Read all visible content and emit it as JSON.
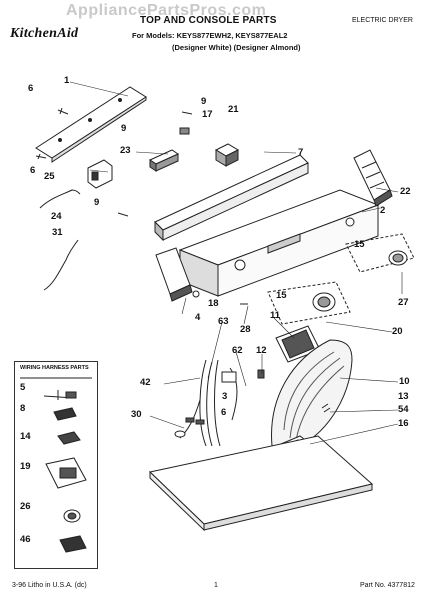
{
  "watermark": "AppliancePartsPros.com",
  "header": {
    "brand": "KitchenAid",
    "title": "TOP AND CONSOLE PARTS",
    "models": "For Models: KEYS877EWH2, KEYS877EAL2",
    "colors": "(Designer White) (Designer Almond)",
    "product_type": "ELECTRIC DRYER"
  },
  "legend": {
    "title": "WIRING HARNESS PARTS",
    "items": [
      "5",
      "8",
      "14",
      "19",
      "26",
      "46"
    ]
  },
  "callouts": {
    "c1": "1",
    "c6a": "6",
    "c6b": "6",
    "c6c": "6",
    "c9a": "9",
    "c9b": "9",
    "c9c": "9",
    "c17": "17",
    "c21": "21",
    "c23": "23",
    "c7": "7",
    "c25": "25",
    "c22": "22",
    "c24": "24",
    "c2": "2",
    "c31": "31",
    "c15a": "15",
    "c15b": "15",
    "c27": "27",
    "c18": "18",
    "c4": "4",
    "c28": "28",
    "c20": "20",
    "c63": "63",
    "c11": "11",
    "c62": "62",
    "c12": "12",
    "c42": "42",
    "c10": "10",
    "c3": "3",
    "c13": "13",
    "c54": "54",
    "c30": "30",
    "c16": "16"
  },
  "footer": {
    "litho": "3-96 Litho in U.S.A. (dc)",
    "page": "1",
    "part_no": "Part No. 4377812"
  }
}
